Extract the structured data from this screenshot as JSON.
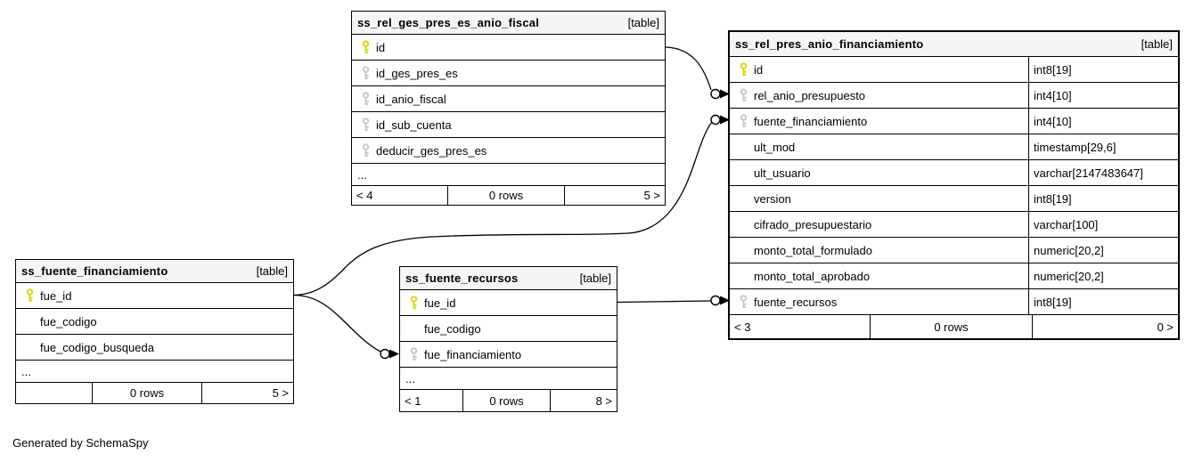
{
  "page": {
    "footer_note": "Generated by SchemaSpy"
  },
  "colors": {
    "primary_key_icon": "#d8d800",
    "foreign_key_icon": "#c6c6c6",
    "header_bg": "#f5f5f5",
    "border": "#000000",
    "background": "#ffffff"
  },
  "tables": [
    {
      "name": "ss_rel_ges_pres_es_anio_fiscal",
      "badge": "[table]",
      "columns": [
        {
          "name": "id",
          "key": "primary"
        },
        {
          "name": "id_ges_pres_es",
          "key": "foreign"
        },
        {
          "name": "id_anio_fiscal",
          "key": "foreign"
        },
        {
          "name": "id_sub_cuenta",
          "key": "foreign"
        },
        {
          "name": "deducir_ges_pres_es",
          "key": "foreign"
        }
      ],
      "more": "...",
      "footer": {
        "left": "< 4",
        "center": "0 rows",
        "right": "5 >"
      }
    },
    {
      "name": "ss_rel_pres_anio_financiamiento",
      "badge": "[table]",
      "columns": [
        {
          "name": "id",
          "key": "primary",
          "type": "int8[19]"
        },
        {
          "name": "rel_anio_presupuesto",
          "key": "foreign",
          "type": "int4[10]"
        },
        {
          "name": "fuente_financiamiento",
          "key": "foreign",
          "type": "int4[10]"
        },
        {
          "name": "ult_mod",
          "key": "none",
          "type": "timestamp[29,6]"
        },
        {
          "name": "ult_usuario",
          "key": "none",
          "type": "varchar[2147483647]"
        },
        {
          "name": "version",
          "key": "none",
          "type": "int8[19]"
        },
        {
          "name": "cifrado_presupuestario",
          "key": "none",
          "type": "varchar[100]"
        },
        {
          "name": "monto_total_formulado",
          "key": "none",
          "type": "numeric[20,2]"
        },
        {
          "name": "monto_total_aprobado",
          "key": "none",
          "type": "numeric[20,2]"
        },
        {
          "name": "fuente_recursos",
          "key": "foreign",
          "type": "int8[19]"
        }
      ],
      "footer": {
        "left": "< 3",
        "center": "0 rows",
        "right": "0 >"
      }
    },
    {
      "name": "ss_fuente_financiamiento",
      "badge": "[table]",
      "columns": [
        {
          "name": "fue_id",
          "key": "primary"
        },
        {
          "name": "fue_codigo",
          "key": "none"
        },
        {
          "name": "fue_codigo_busqueda",
          "key": "none"
        }
      ],
      "more": "...",
      "footer": {
        "left": "",
        "center": "0 rows",
        "right": "5 >"
      }
    },
    {
      "name": "ss_fuente_recursos",
      "badge": "[table]",
      "columns": [
        {
          "name": "fue_id",
          "key": "primary"
        },
        {
          "name": "fue_codigo",
          "key": "none"
        },
        {
          "name": "fue_financiamiento",
          "key": "foreign"
        }
      ],
      "more": "...",
      "footer": {
        "left": "< 1",
        "center": "0 rows",
        "right": "8 >"
      }
    }
  ],
  "relationships": [
    {
      "from": "ss_rel_ges_pres_es_anio_fiscal.id",
      "to": "ss_rel_pres_anio_financiamiento.rel_anio_presupuesto"
    },
    {
      "from": "ss_fuente_financiamiento.fue_id",
      "to": "ss_rel_pres_anio_financiamiento.fuente_financiamiento"
    },
    {
      "from": "ss_fuente_financiamiento.fue_id",
      "to": "ss_fuente_recursos.fue_financiamiento"
    },
    {
      "from": "ss_fuente_recursos.fue_id",
      "to": "ss_rel_pres_anio_financiamiento.fuente_recursos"
    }
  ]
}
